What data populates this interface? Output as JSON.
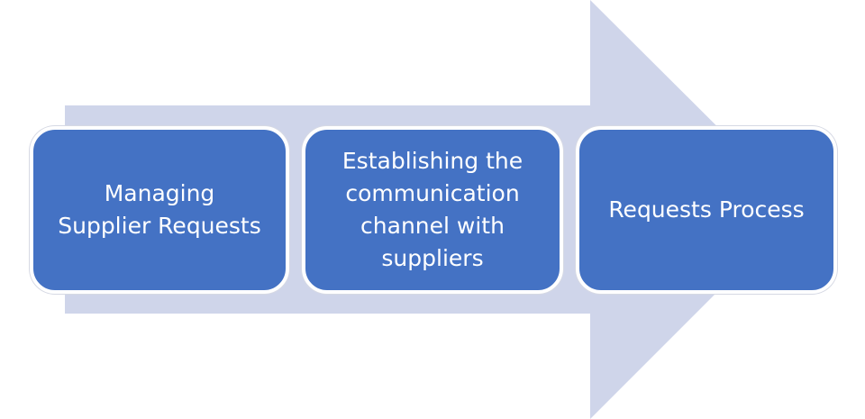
{
  "diagram": {
    "type": "process-arrow",
    "arrow_color": "#cfd5ea",
    "box_color": "#4472c4",
    "text_color": "#ffffff",
    "steps": [
      {
        "label": "Managing\nSupplier Requests"
      },
      {
        "label": "Establishing the\ncommunication\nchannel with\nsuppliers"
      },
      {
        "label": "Requests Process"
      }
    ]
  }
}
